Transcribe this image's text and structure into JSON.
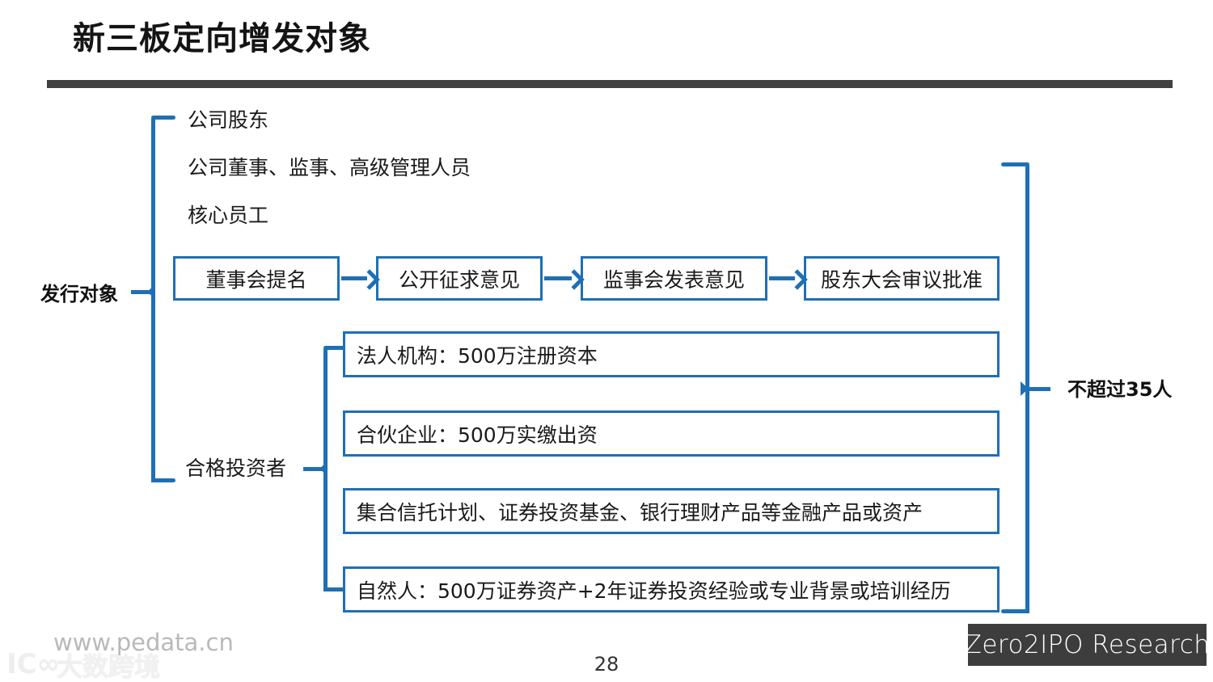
{
  "slide": {
    "title": "新三板定向增发对象",
    "page_number": "28",
    "accent_color": "#1F6FB5",
    "rule_color": "#404040"
  },
  "left_label": "发行对象",
  "right_label": "不超过35人",
  "mid_label": "合格投资者",
  "top_list": [
    {
      "text": "公司股东"
    },
    {
      "text": "公司董事、监事、高级管理人员"
    },
    {
      "text": "核心员工"
    }
  ],
  "flow": {
    "steps": [
      {
        "label": "董事会提名"
      },
      {
        "label": "公开征求意见"
      },
      {
        "label": "监事会发表意见"
      },
      {
        "label": "股东大会审议批准"
      }
    ]
  },
  "investors": {
    "items": [
      {
        "text": "法人机构：500万注册资本"
      },
      {
        "text": "合伙企业：500万实缴出资"
      },
      {
        "text": "集合信托计划、证券投资基金、银行理财产品等金融产品或资产"
      },
      {
        "text": "自然人：500万证券资产+2年证券投资经验或专业背景或培训经历"
      }
    ]
  },
  "footer": {
    "site_url": "www.pedata.cn",
    "brand": "Zero2IPO Research",
    "watermark_cn": "大数跨境",
    "watermark_mark": "IC∞"
  }
}
